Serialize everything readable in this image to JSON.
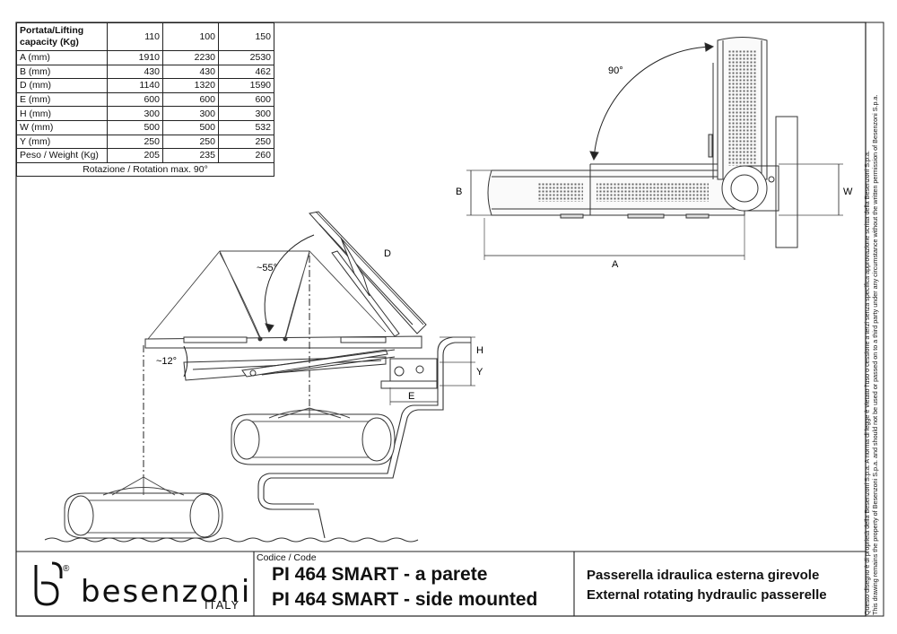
{
  "table": {
    "header": {
      "label": "Portata/Lifting capacity (Kg)",
      "values": [
        "110",
        "100",
        "150"
      ]
    },
    "rows": [
      {
        "label": "A (mm)",
        "values": [
          "1910",
          "2230",
          "2530"
        ]
      },
      {
        "label": "B (mm)",
        "values": [
          "430",
          "430",
          "462"
        ]
      },
      {
        "label": "D (mm)",
        "values": [
          "1140",
          "1320",
          "1590"
        ]
      },
      {
        "label": "E (mm)",
        "values": [
          "600",
          "600",
          "600"
        ]
      },
      {
        "label": "H (mm)",
        "values": [
          "300",
          "300",
          "300"
        ]
      },
      {
        "label": "W (mm)",
        "values": [
          "500",
          "500",
          "532"
        ]
      },
      {
        "label": "Y (mm)",
        "values": [
          "250",
          "250",
          "250"
        ]
      },
      {
        "label": "Peso / Weight (Kg)",
        "values": [
          "205",
          "235",
          "260"
        ]
      }
    ],
    "note": "Rotazione / Rotation max. 90°"
  },
  "diagram": {
    "labels": {
      "angle_90": "90°",
      "angle_55": "~55°",
      "angle_12": "~12°",
      "dim_a": "A",
      "dim_b": "B",
      "dim_d": "D",
      "dim_e": "E",
      "dim_h": "H",
      "dim_w": "W",
      "dim_y": "Y"
    }
  },
  "title_block": {
    "brand": "besenzoni",
    "registered": "®",
    "country": "ITALY",
    "code_caption": "Codice / Code",
    "code_lines": [
      "PI 464 SMART - a parete",
      "PI 464 SMART - side mounted"
    ],
    "description_lines": [
      "Passerella idraulica esterna girevole",
      "External rotating hydraulic passerelle"
    ]
  },
  "legal": [
    "Questo disegno è di proprietà della Besenzoni S.p.a. A norma di legge è vietato l'uso o cessione a terzi senza specifica approvazione scritta della Besenzoni S.p.a.",
    "This drawing remains the property of Besenzoni S.p.a. and should not be used or passed on to a third party under any circumstance without the written permission of Besenzoni S.p.a."
  ],
  "colors": {
    "line": "#222222",
    "panel": "#f2f2f2",
    "background": "#ffffff"
  }
}
